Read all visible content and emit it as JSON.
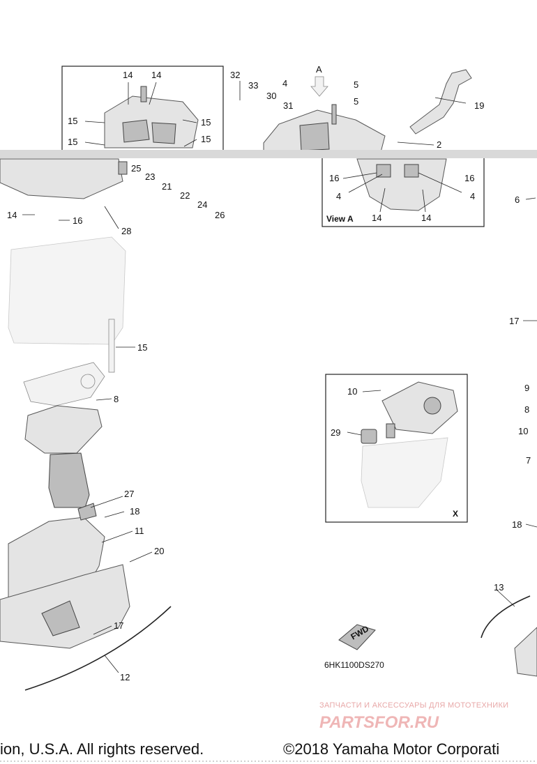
{
  "diagram": {
    "code": "6HK1100DS270",
    "fwd_label": "FWD",
    "view_a_label": "View A",
    "view_a_arrow_label": "A",
    "view_x_label": "X",
    "callouts": {
      "c14a": "14",
      "c14b": "14",
      "c15a": "15",
      "c15b": "15",
      "c15c": "15",
      "c15d": "15",
      "c32": "32",
      "c33": "33",
      "c30": "30",
      "c31": "31",
      "c4a": "4",
      "c5a": "5",
      "c5b": "5",
      "c19": "19",
      "c2": "2",
      "c16a": "16",
      "c16b": "16",
      "c4b": "4",
      "c4c": "4",
      "c14c": "14",
      "c14d": "14",
      "c6": "6",
      "c25": "25",
      "c23": "23",
      "c21": "21",
      "c22": "22",
      "c24": "24",
      "c26": "26",
      "c14e": "14",
      "c16c": "16",
      "c28": "28",
      "c15e": "15",
      "c8a": "8",
      "c17a": "17",
      "c10a": "10",
      "c29": "29",
      "c9": "9",
      "c8b": "8",
      "c10b": "10",
      "c7": "7",
      "c27": "27",
      "c18a": "18",
      "c11": "11",
      "c20": "20",
      "c17b": "17",
      "c12": "12",
      "c18b": "18",
      "c13": "13"
    }
  },
  "watermark": {
    "line1": "ЗАПЧАСТИ И АКСЕССУАРЫ ДЛЯ МОТОТЕХНИКИ",
    "line2": "PARTSFOR.RU"
  },
  "footer": {
    "left": "ion, U.S.A. All rights reserved.",
    "right": "©2018 Yamaha Motor Corporati"
  }
}
